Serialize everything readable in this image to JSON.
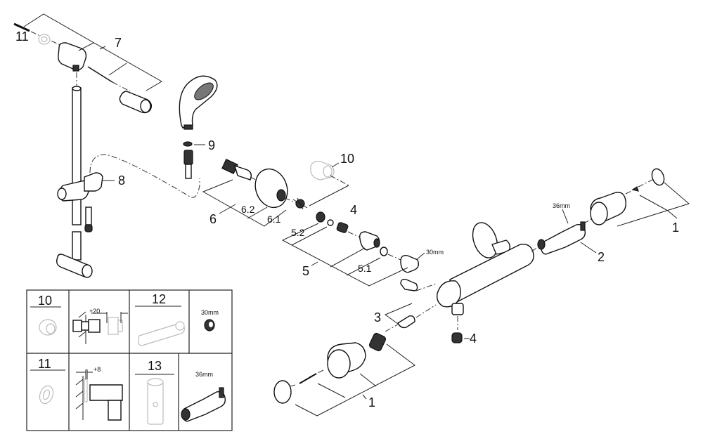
{
  "diagram": {
    "title": "Exploded view – thermostatic shower mixer with shower rail set",
    "callouts": [
      {
        "id": "c1a",
        "text": "1"
      },
      {
        "id": "c1b",
        "text": "1"
      },
      {
        "id": "c2",
        "text": "2"
      },
      {
        "id": "c3",
        "text": "3"
      },
      {
        "id": "c4a",
        "text": "4"
      },
      {
        "id": "c4b",
        "text": "4"
      },
      {
        "id": "c5",
        "text": "5"
      },
      {
        "id": "c51",
        "text": "5.1"
      },
      {
        "id": "c52",
        "text": "5.2"
      },
      {
        "id": "c6",
        "text": "6"
      },
      {
        "id": "c61",
        "text": "6.1"
      },
      {
        "id": "c62",
        "text": "6.2"
      },
      {
        "id": "c7",
        "text": "7"
      },
      {
        "id": "c8",
        "text": "8"
      },
      {
        "id": "c9",
        "text": "9"
      },
      {
        "id": "c10",
        "text": "10"
      },
      {
        "id": "c11",
        "text": "11"
      }
    ],
    "dimensions": {
      "nut_30": "30mm",
      "cartridge_36": "36mm"
    }
  },
  "inset_table": {
    "row1": {
      "part_no": "10",
      "extension": "+20",
      "tool_no": "12",
      "tool_size": "30mm"
    },
    "row2": {
      "part_no": "11",
      "extension": "+8",
      "tool_no": "13",
      "tool_size": "36mm"
    }
  }
}
